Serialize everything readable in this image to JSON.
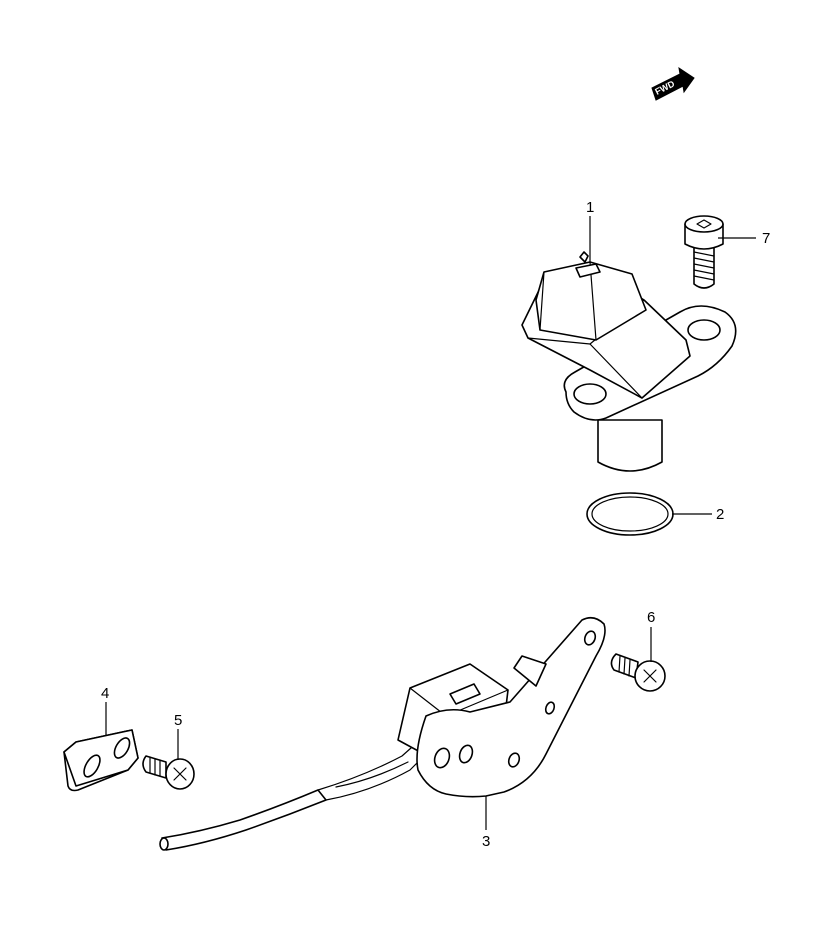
{
  "fwd_indicator": {
    "label": "FWD"
  },
  "callouts": [
    {
      "number": "1",
      "part": "sensor"
    },
    {
      "number": "2",
      "part": "o-ring"
    },
    {
      "number": "3",
      "part": "sensor-with-bracket"
    },
    {
      "number": "4",
      "part": "clamp-plate"
    },
    {
      "number": "5",
      "part": "screw"
    },
    {
      "number": "6",
      "part": "screw"
    },
    {
      "number": "7",
      "part": "bolt"
    }
  ]
}
